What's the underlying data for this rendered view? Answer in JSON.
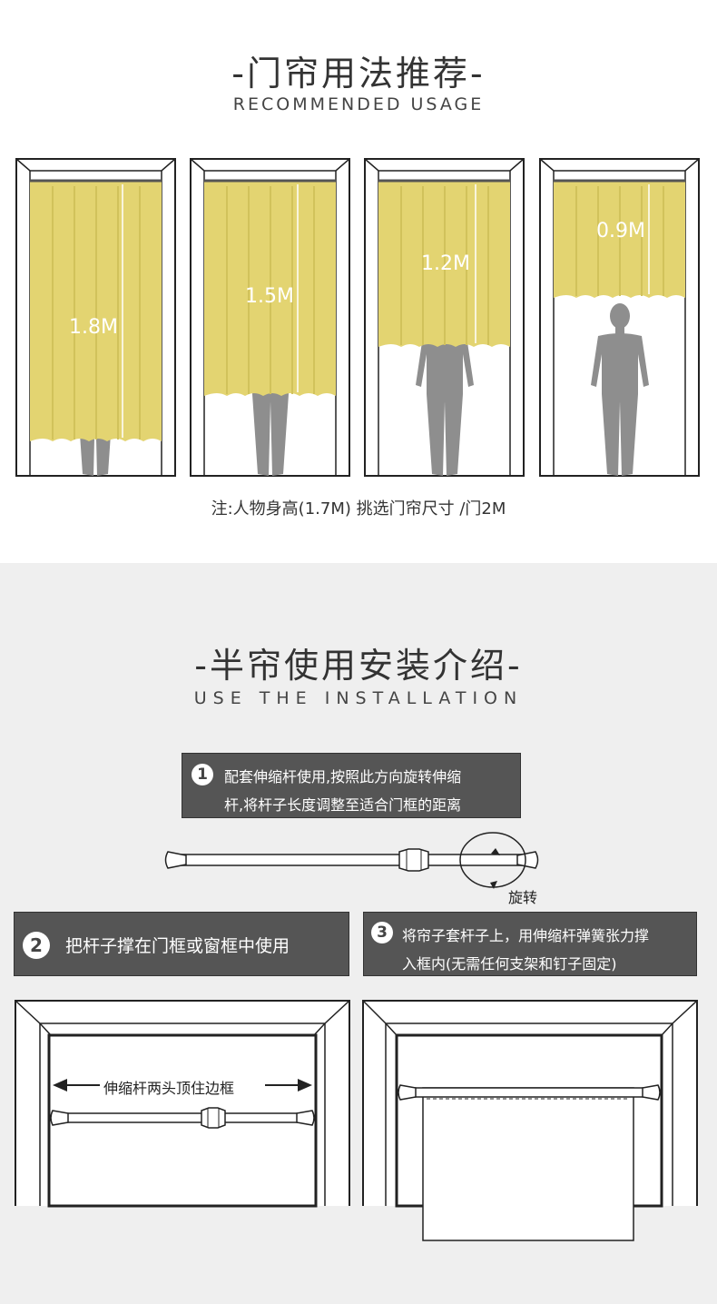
{
  "section1": {
    "title": "-门帘用法推荐-",
    "subtitle": "RECOMMENDED USAGE",
    "panels": [
      {
        "height_label": "1.8M"
      },
      {
        "height_label": "1.5M"
      },
      {
        "height_label": "1.2M"
      },
      {
        "height_label": "0.9M"
      }
    ],
    "note": "注:人物身高(1.7M)  挑选门帘尺寸 /门2M"
  },
  "section2": {
    "title": "-半帘使用安装介绍-",
    "subtitle": "USE THE INSTALLATION",
    "step1": {
      "num": "1",
      "line1": "配套伸缩杆使用,按照此方向旋转伸缩",
      "line2": "杆,将杆子长度调整至适合门框的距离"
    },
    "rotate_label": "旋转",
    "step2": {
      "num": "2",
      "text": "把杆子撑在门框或窗框中使用"
    },
    "step3": {
      "num": "3",
      "line1": "将帘子套杆子上，用伸缩杆弹簧张力撑",
      "line2": "入框内(无需任何支架和钉子固定)"
    },
    "frame_label": "伸缩杆两头顶住边框"
  },
  "colors": {
    "curtain": "#e3d471",
    "silhouette": "#8e8e8e",
    "step_bg": "#555555"
  }
}
